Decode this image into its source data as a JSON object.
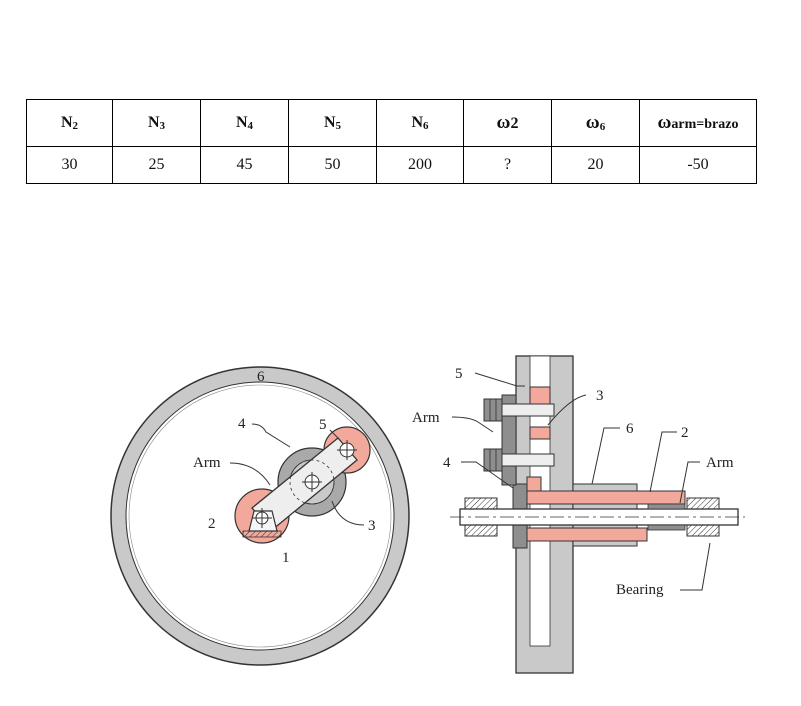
{
  "table": {
    "headers": [
      {
        "base": "N",
        "sub": "2"
      },
      {
        "base": "N",
        "sub": "3"
      },
      {
        "base": "N",
        "sub": "4"
      },
      {
        "base": "N",
        "sub": "5"
      },
      {
        "base": "N",
        "sub": "6"
      },
      {
        "base": "ω",
        "sub": "2"
      },
      {
        "base": "ω",
        "sub": "6"
      },
      {
        "base": "ω",
        "sub": "arm=brazo"
      }
    ],
    "values": [
      "30",
      "25",
      "45",
      "50",
      "200",
      "?",
      "20",
      "-50"
    ]
  },
  "figure": {
    "left_labels": {
      "gear_6": "6",
      "gear_4": "4",
      "gear_5": "5",
      "arm": "Arm",
      "gear_2": "2",
      "gear_3": "3",
      "frame_1": "1"
    },
    "right_labels": {
      "gear_5": "5",
      "gear_3": "3",
      "arm_top": "Arm",
      "gear_6": "6",
      "gear_2": "2",
      "gear_4": "4",
      "arm_right": "Arm",
      "bearing": "Bearing"
    }
  }
}
